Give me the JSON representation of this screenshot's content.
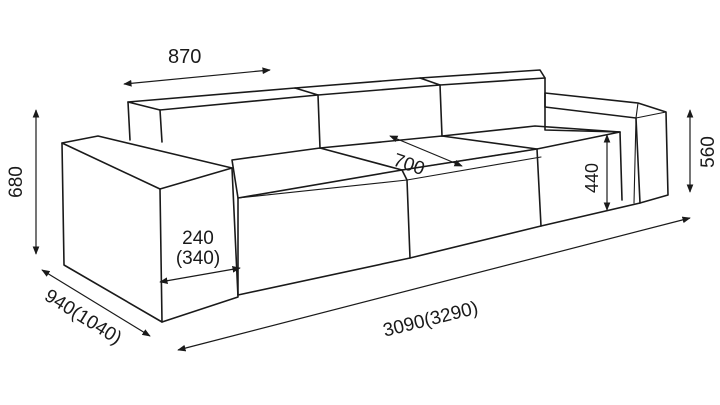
{
  "diagram": {
    "subject": "modular sofa dimension drawing",
    "dimension_labels": {
      "cushion_width": "870",
      "seat_depth": "700",
      "total_height": "680",
      "back_height": "560",
      "seat_height": "440",
      "armrest_width_line1": "240",
      "armrest_width_line2": "(340)",
      "depth": "940(1040)",
      "length": "3090(3290)"
    }
  }
}
